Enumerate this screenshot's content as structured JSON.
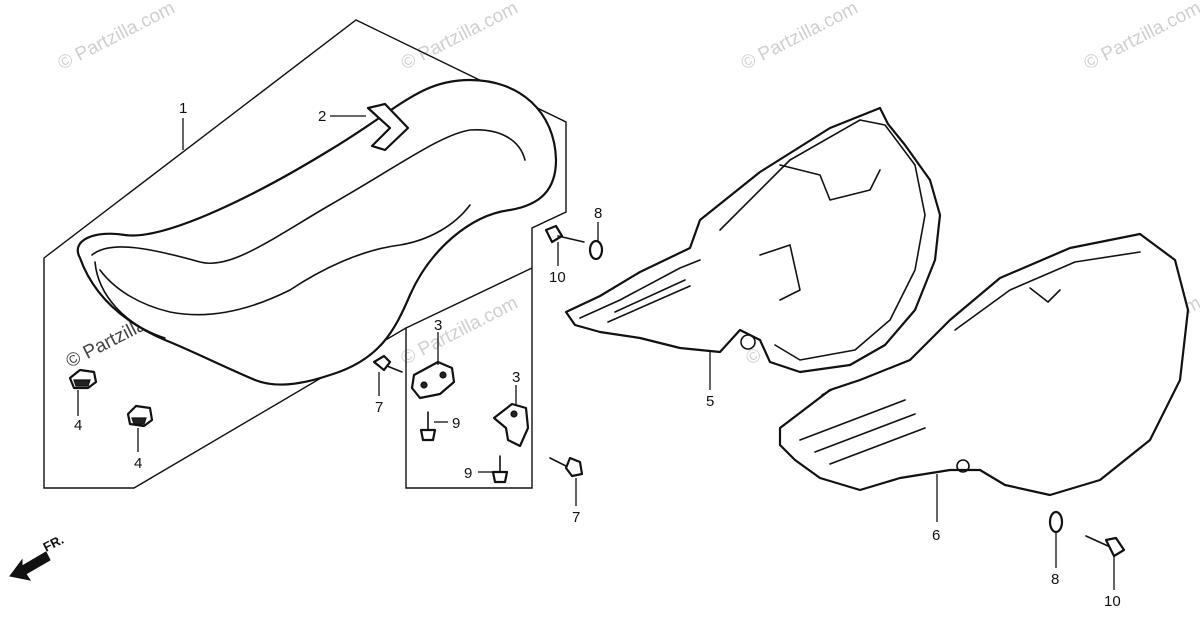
{
  "watermark": "© Partzilla.com",
  "front_marker": "FR.",
  "callouts": {
    "c1": "1",
    "c2": "2",
    "c3a": "3",
    "c3b": "3",
    "c4a": "4",
    "c4b": "4",
    "c5": "5",
    "c6": "6",
    "c7a": "7",
    "c7b": "7",
    "c8a": "8",
    "c8b": "8",
    "c9a": "9",
    "c9b": "9",
    "c10a": "10",
    "c10b": "10"
  },
  "parts": [
    {
      "ref": "1",
      "name": "seat"
    },
    {
      "ref": "2",
      "name": "seat strap"
    },
    {
      "ref": "3",
      "name": "bracket"
    },
    {
      "ref": "4",
      "name": "grommet"
    },
    {
      "ref": "5",
      "name": "right side cover"
    },
    {
      "ref": "6",
      "name": "left side cover"
    },
    {
      "ref": "7",
      "name": "bolt"
    },
    {
      "ref": "8",
      "name": "washer"
    },
    {
      "ref": "9",
      "name": "screw"
    },
    {
      "ref": "10",
      "name": "flange bolt"
    }
  ]
}
